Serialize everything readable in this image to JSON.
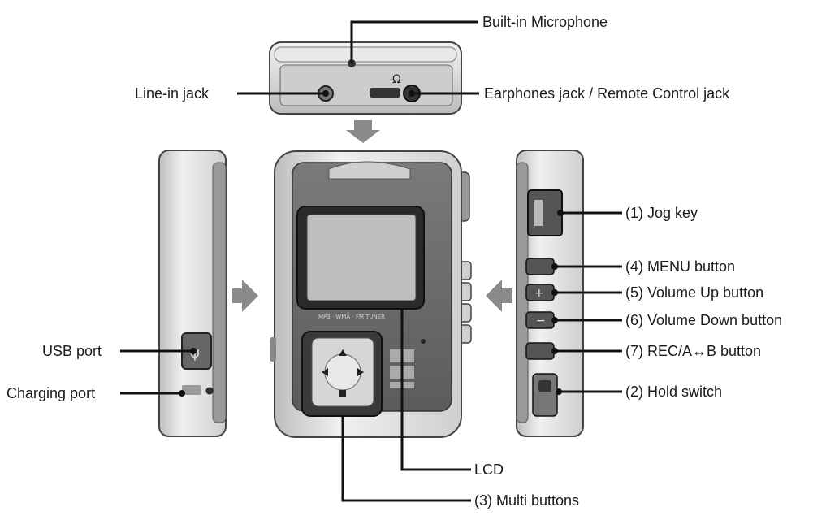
{
  "labels": {
    "built_in_microphone": "Built-in Microphone",
    "line_in_jack": "Line-in jack",
    "earphones_jack": "Earphones jack / Remote Control jack",
    "jog_key": "(1) Jog key",
    "menu_button": "(4) MENU button",
    "volume_up_button": "(5) Volume Up button",
    "volume_down_button": "(6) Volume Down button",
    "rec_ab_button": "(7) REC/A↔B button",
    "hold_switch": "(2) Hold switch",
    "usb_port": "USB port",
    "charging_port": "Charging port",
    "lcd": "LCD",
    "multi_buttons": "(3) Multi buttons"
  },
  "colors": {
    "line": "#111111",
    "arrow": "#8a8a8a",
    "device_body": "#d9d9d9",
    "device_edge": "#5a5a5a",
    "device_dark": "#6f6f6f",
    "lcd": "#bdbdbd"
  }
}
